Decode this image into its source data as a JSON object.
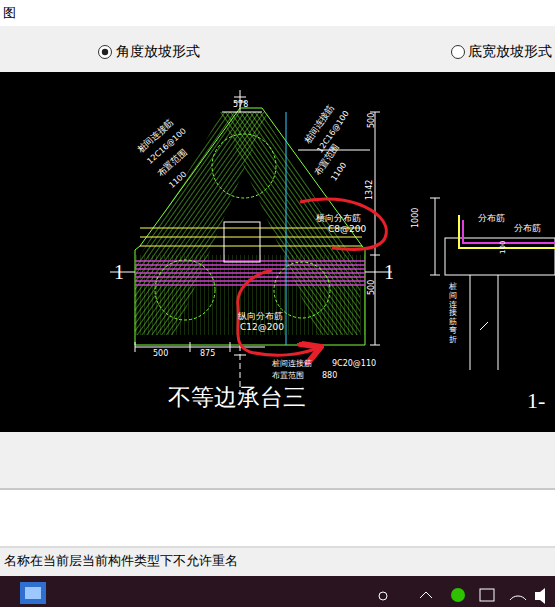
{
  "diagram": {
    "caption": "不等边承台三",
    "labels": [
      "图",
      "角度放坡形式",
      "底宽放坡形式",
      "578",
      "桩间连接筋",
      "12C16@100",
      "布置范围",
      "1100",
      "桩间连接筋",
      "12C16@100",
      "布置范围",
      "1100",
      "500",
      "1342",
      "500",
      "横向分布筋",
      "C8@200",
      "1",
      "1",
      "纵向分布筋",
      "C12@200",
      "500",
      "875",
      "桩间连接筋",
      "9C20@110",
      "布置范围",
      "880",
      "1000",
      "分布筋",
      "分布筋",
      "桩间连接筋弯折",
      "100",
      "1-",
      "名称在当前层当前构件类型下不允许重名"
    ]
  }
}
